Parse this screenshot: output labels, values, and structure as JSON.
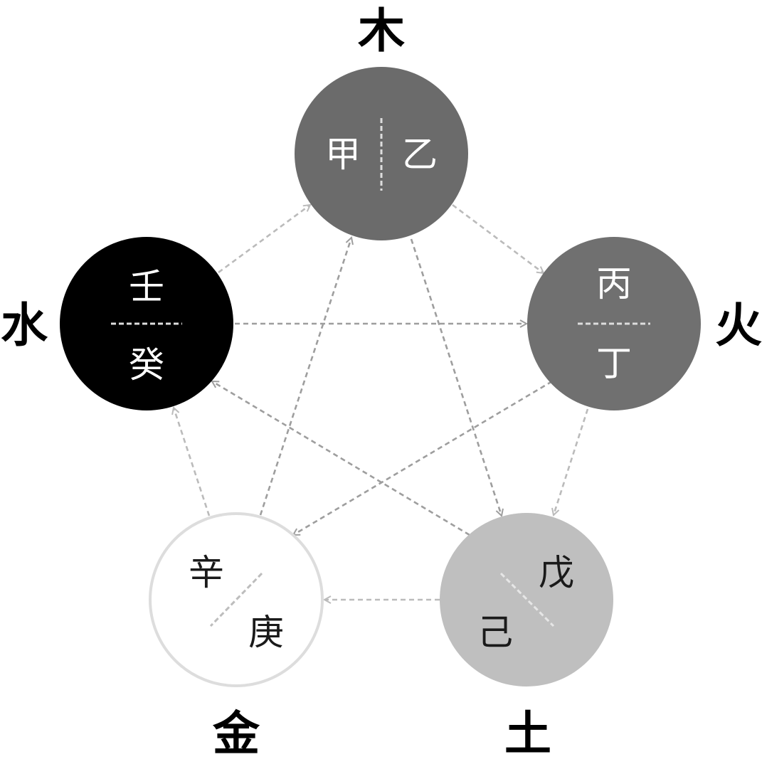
{
  "elements": {
    "wood": {
      "label": "木",
      "stems": [
        "甲",
        "乙"
      ],
      "fill": "#6b6b6b"
    },
    "fire": {
      "label": "火",
      "stems": [
        "丙",
        "丁"
      ],
      "fill": "#707070"
    },
    "earth": {
      "label": "土",
      "stems": [
        "戊",
        "己"
      ],
      "fill": "#bfbfbf"
    },
    "metal": {
      "label": "金",
      "stems": [
        "辛",
        "庚"
      ],
      "fill": "#ffffff",
      "stroke": "#dddddd"
    },
    "water": {
      "label": "水",
      "stems": [
        "壬",
        "癸"
      ],
      "fill": "#000000"
    }
  },
  "colors": {
    "generating_arrow": "#bbbbbb",
    "controlling_arrow": "#9e9e9e",
    "stem_text_light": "#ffffff",
    "stem_text_dark": "#1a1a1a",
    "divider_light": "#dddddd"
  },
  "relations": {
    "generating": [
      [
        "wood",
        "fire"
      ],
      [
        "fire",
        "earth"
      ],
      [
        "earth",
        "metal"
      ],
      [
        "metal",
        "water"
      ],
      [
        "water",
        "wood"
      ]
    ],
    "controlling": [
      [
        "wood",
        "earth"
      ],
      [
        "earth",
        "water"
      ],
      [
        "water",
        "fire"
      ],
      [
        "fire",
        "metal"
      ],
      [
        "metal",
        "wood"
      ]
    ]
  }
}
